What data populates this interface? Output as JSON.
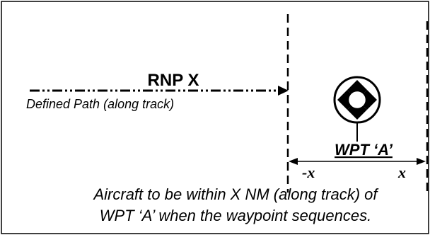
{
  "title": "RNP X",
  "path_label": "Defined Path (along track)",
  "waypoint_label": "WPT ‘A’",
  "tolerance_minus": "-x",
  "tolerance_plus": "x",
  "caption_line1": "Aircraft to be within X NM (along track) of",
  "caption_line2": "WPT ‘A’ when the waypoint sequences.",
  "colors": {
    "line": "#000000",
    "background": "#ffffff"
  },
  "icons": {
    "waypoint": "waypoint-symbol-icon"
  }
}
